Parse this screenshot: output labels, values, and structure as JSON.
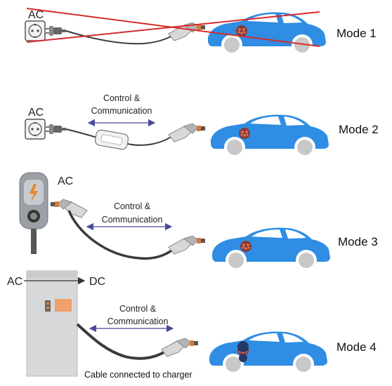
{
  "modes": [
    {
      "label": "Mode 1",
      "ac": "AC",
      "struck_out": true
    },
    {
      "label": "Mode 2",
      "ac": "AC",
      "control_line1": "Control &",
      "control_line2": "Communication"
    },
    {
      "label": "Mode 3",
      "ac": "AC",
      "control_line1": "Control &",
      "control_line2": "Communication"
    },
    {
      "label": "Mode 4",
      "ac": "AC",
      "dc": "DC",
      "control_line1": "Control &",
      "control_line2": "Communication",
      "cable_caption": "Cable connected to charger"
    }
  ],
  "colors": {
    "car_body": "#2f8de4",
    "car_window": "#ffffff",
    "wheel": "#c8c8c8",
    "cable": "#3a3a3a",
    "strike": "#d62b2b",
    "arrow": "#4a4a9a",
    "socket_accent": "#e07a5f",
    "plug_grey": "#9a9a9a"
  },
  "icons": [
    "wall-socket-icon",
    "plug-icon",
    "connector-icon",
    "car-icon",
    "wallbox-icon",
    "dc-charger-icon",
    "control-box-icon"
  ]
}
